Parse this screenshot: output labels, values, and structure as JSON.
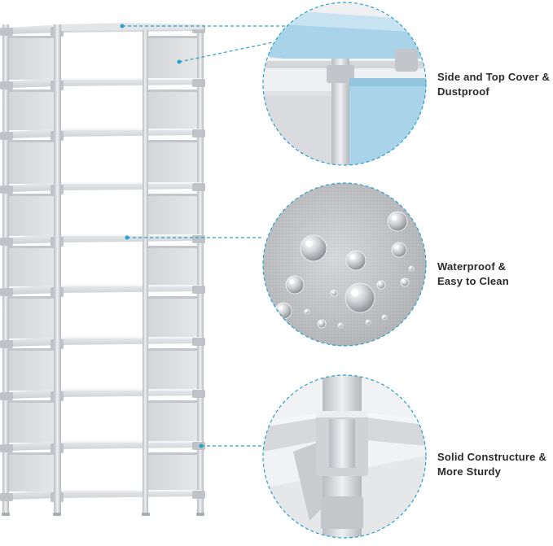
{
  "features": [
    {
      "id": "cover",
      "line1": "Side and Top Cover &",
      "line2": "Dustproof"
    },
    {
      "id": "waterproof",
      "line1": "Waterproof &",
      "line2": "Easy to Clean"
    },
    {
      "id": "sturdy",
      "line1": "Solid Constructure &",
      "line2": "More Sturdy"
    }
  ],
  "colors": {
    "callout_line": "#2aa0cc",
    "frame": "#cfd1d4",
    "cover_highlight": "#a9d3e9"
  },
  "icons": [
    "shoe-rack-illustration",
    "top-cover-detail",
    "water-droplets-detail",
    "joint-connector-detail"
  ]
}
